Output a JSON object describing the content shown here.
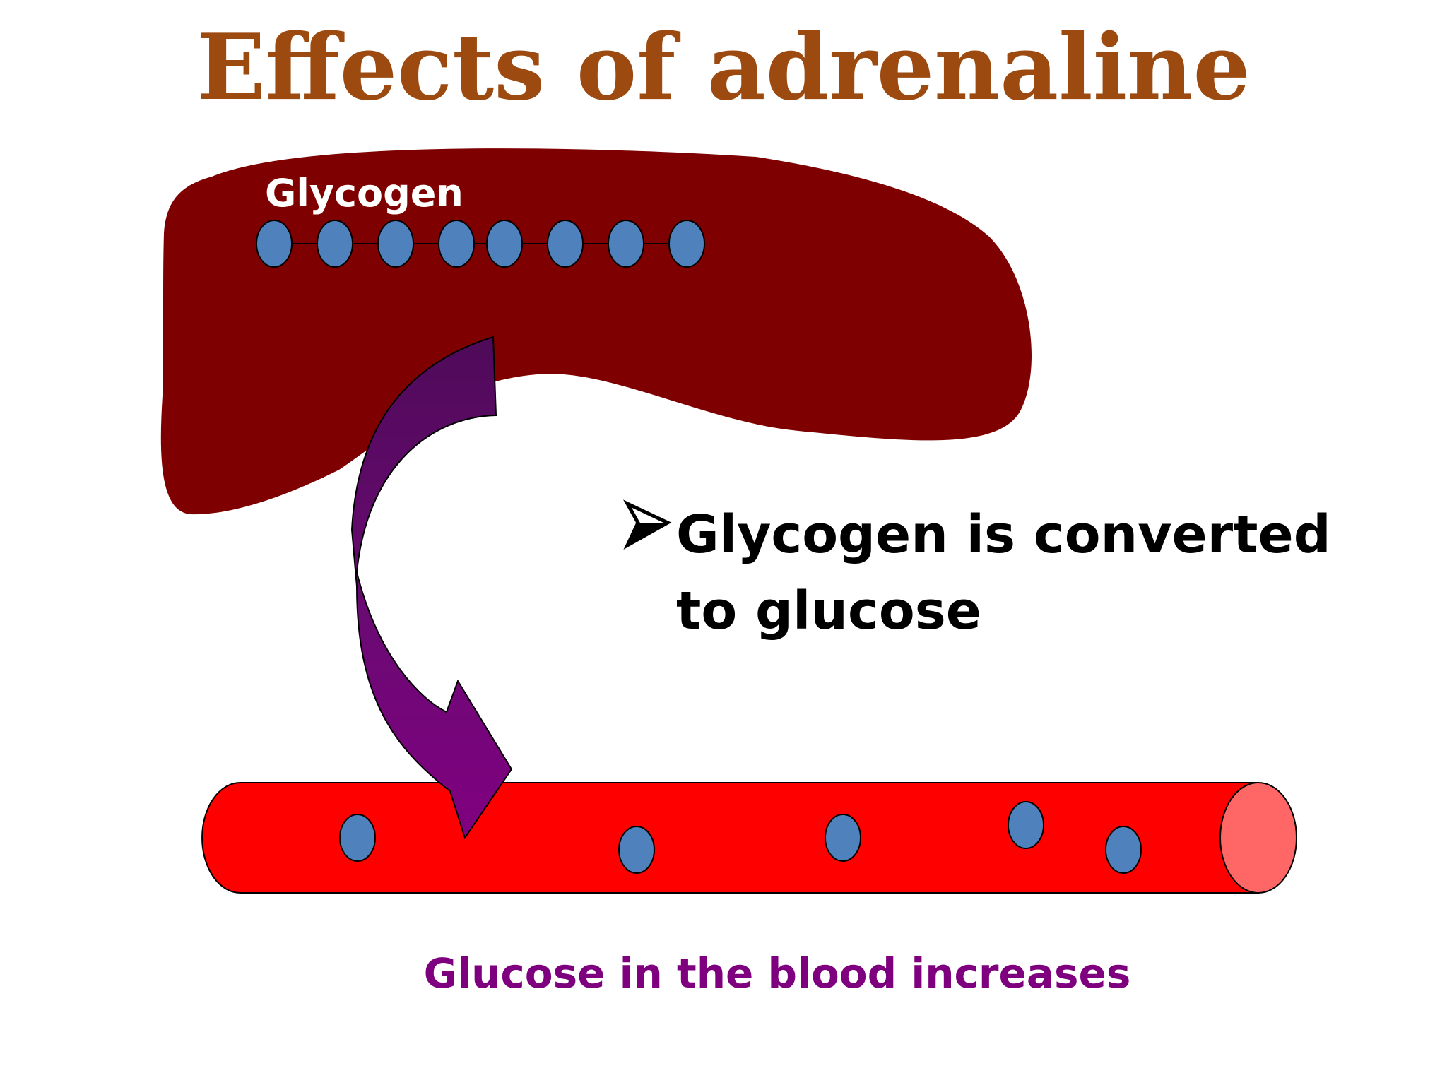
{
  "slide": {
    "title": "Effects of adrenaline",
    "liver_label": "Glycogen",
    "bullet_line_1": "Glycogen is converted",
    "bullet_line_2": "to glucose",
    "caption": "Glucose in the blood increases"
  },
  "colors": {
    "title": "#9c4a10",
    "liver": "#7f0000",
    "glucose_unit": "#4f81bd",
    "arrow_top": "#4f0a59",
    "arrow_bottom": "#800080",
    "vessel": "#ff0000",
    "vessel_end": "#ff6666",
    "caption": "#7f007f",
    "bullet_text": "#000000",
    "liver_label": "#ffffff"
  },
  "icons": {
    "bullet": "arrowhead-bullet-icon"
  }
}
